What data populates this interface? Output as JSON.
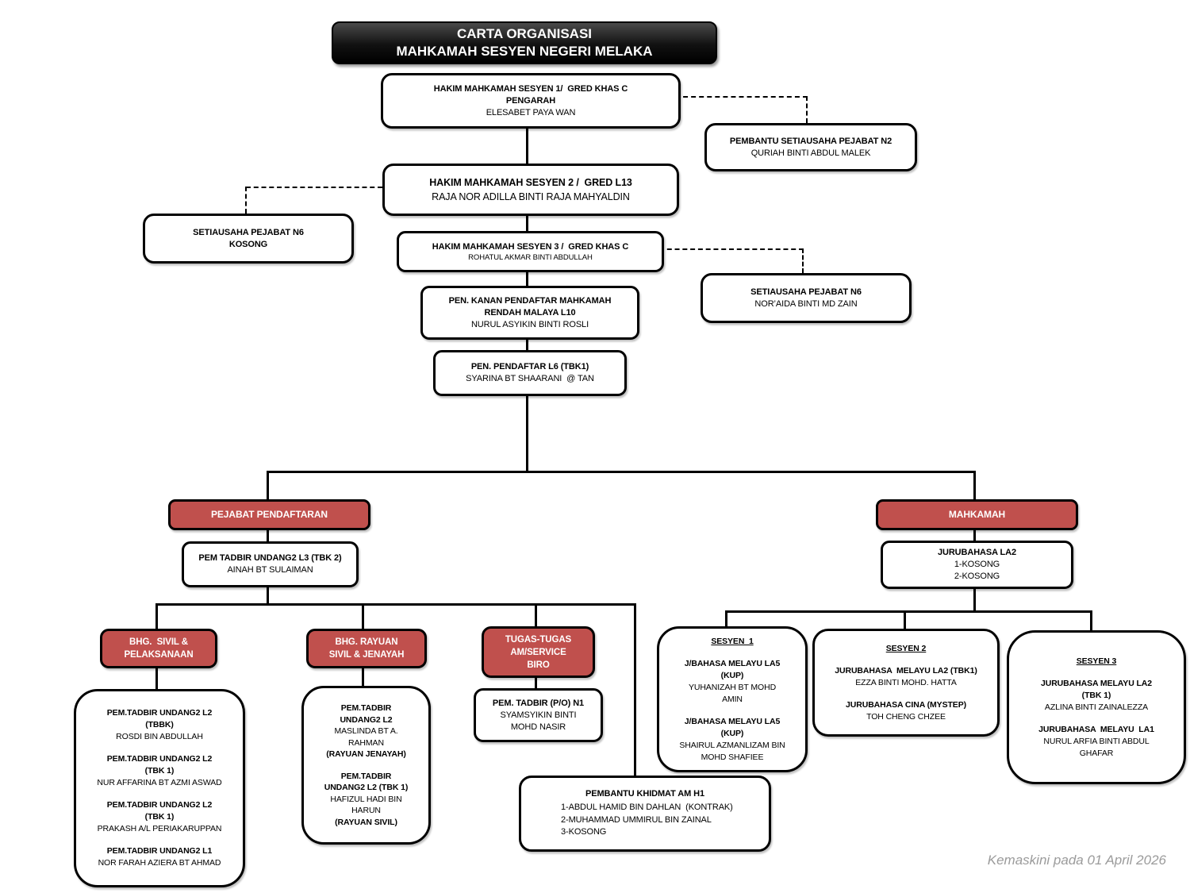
{
  "title": {
    "line1": "CARTA ORGANISASI",
    "line2": "MAHKAMAH  SESYEN NEGERI MELAKA"
  },
  "colors": {
    "accent_red": "#C0504D",
    "box_border": "#000000",
    "title_bg": "#000000",
    "footer_gray": "#9b9b9b"
  },
  "footer": "Kemaskini pada 01 April  2026",
  "nodes": {
    "hakim1": {
      "lines": [
        "HAKIM MAHKAMAH SESYEN 1/  GRED KHAS C",
        "PENGARAH",
        "ELESABET PAYA WAN"
      ]
    },
    "pembantu_n2": {
      "lines": [
        "PEMBANTU SETIAUSAHA PEJABAT N2",
        "QURIAH BINTI ABDUL MALEK"
      ]
    },
    "hakim2": {
      "lines": [
        "HAKIM MAHKAMAH SESYEN 2 /  GRED L13",
        "RAJA NOR ADILLA BINTI RAJA MAHYALDIN"
      ]
    },
    "setiausaha_kosong": {
      "lines": [
        "SETIAUSAHA PEJABAT N6",
        "KOSONG"
      ]
    },
    "hakim3": {
      "lines": [
        "HAKIM MAHKAMAH SESYEN 3 /  GRED KHAS C",
        "ROHATUL AKMAR BINTI ABDULLAH"
      ]
    },
    "setiausaha_noraida": {
      "lines": [
        "SETIAUSAHA PEJABAT N6",
        "NOR’AIDA BINTI MD ZAIN"
      ]
    },
    "pen_kanan": {
      "lines": [
        "PEN. KANAN PENDAFTAR MAHKAMAH",
        "RENDAH MALAYA L10",
        "NURUL ASYIKIN BINTI ROSLI"
      ]
    },
    "pen_pendaftar": {
      "lines": [
        "PEN. PENDAFTAR L6 (TBK1)",
        "SYARINA BT SHAARANI  @ TAN"
      ]
    },
    "pejabat_pendaftaran": {
      "label": "PEJABAT PENDAFTARAN"
    },
    "mahkamah": {
      "label": "MAHKAMAH"
    },
    "pem_tadbir_l3": {
      "lines": [
        "PEM TADBIR UNDANG2 L3 (TBK 2)",
        "AINAH BT SULAIMAN"
      ]
    },
    "jurubahasa_la2": {
      "lines": [
        "JURUBAHASA LA2",
        "1-KOSONG",
        "2-KOSONG"
      ]
    },
    "bhg_sivil": {
      "lines": [
        "BHG.  SIVIL &",
        "PELAKSANAAN"
      ]
    },
    "bhg_rayuan": {
      "lines": [
        "BHG. RAYUAN",
        "SIVIL & JENAYAH"
      ]
    },
    "tugas_tugas": {
      "lines": [
        "TUGAS-TUGAS",
        "AM/SERVICE",
        "BIRO"
      ]
    },
    "sivil_staff": {
      "groups": [
        [
          "PEM.TADBIR UNDANG2 L2",
          "(TBBK)",
          "ROSDI BIN ABDULLAH"
        ],
        [
          "PEM.TADBIR UNDANG2 L2",
          "(TBK 1)",
          "NUR AFFARINA BT AZMI ASWAD"
        ],
        [
          "PEM.TADBIR UNDANG2 L2",
          "(TBK 1)",
          "PRAKASH A/L PERIAKARUPPAN"
        ],
        [
          "PEM.TADBIR UNDANG2 L1",
          "NOR FARAH AZIERA BT AHMAD"
        ]
      ]
    },
    "rayuan_staff": {
      "groups": [
        [
          "PEM.TADBIR",
          "UNDANG2 L2",
          "MASLINDA BT A.",
          "RAHMAN",
          "(RAYUAN JENAYAH)"
        ],
        [
          "PEM.TADBIR",
          "UNDANG2 L2 (TBK 1)",
          "HAFIZUL HADI BIN",
          "HARUN",
          "(RAYUAN SIVIL)"
        ]
      ]
    },
    "tugas_staff": {
      "lines": [
        "PEM. TADBIR (P/O) N1",
        "SYAMSYIKIN BINTI",
        "MOHD NASIR"
      ]
    },
    "sesyen1": {
      "heading": "SESYEN  1",
      "groups": [
        [
          "J/BAHASA MELAYU LA5",
          "(KUP)",
          "YUHANIZAH BT MOHD",
          "AMIN"
        ],
        [
          "J/BAHASA MELAYU LA5",
          "(KUP)",
          "SHAIRUL AZMANLIZAM BIN",
          "MOHD SHAFIEE"
        ]
      ]
    },
    "sesyen2": {
      "heading": "SESYEN 2",
      "groups": [
        [
          "JURUBAHASA  MELAYU LA2 (TBK1)",
          "EZZA BINTI MOHD. HATTA"
        ],
        [
          "JURUBAHASA CINA (MYSTEP)",
          "TOH CHENG CHZEE"
        ]
      ]
    },
    "sesyen3": {
      "heading": "SESYEN 3",
      "groups": [
        [
          "JURUBAHASA MELAYU LA2",
          "(TBK 1)",
          "AZLINA BINTI ZAINALEZZA"
        ],
        [
          "JURUBAHASA  MELAYU  LA1",
          "NURUL ARFIA BINTI ABDUL",
          "GHAFAR"
        ]
      ]
    },
    "pembantu_khidmat": {
      "title": "PEMBANTU KHIDMAT AM H1",
      "items": [
        "1-ABDUL HAMID BIN DAHLAN  (KONTRAK)",
        "2-MUHAMMAD UMMIRUL BIN ZAINAL",
        "3-KOSONG"
      ]
    }
  }
}
